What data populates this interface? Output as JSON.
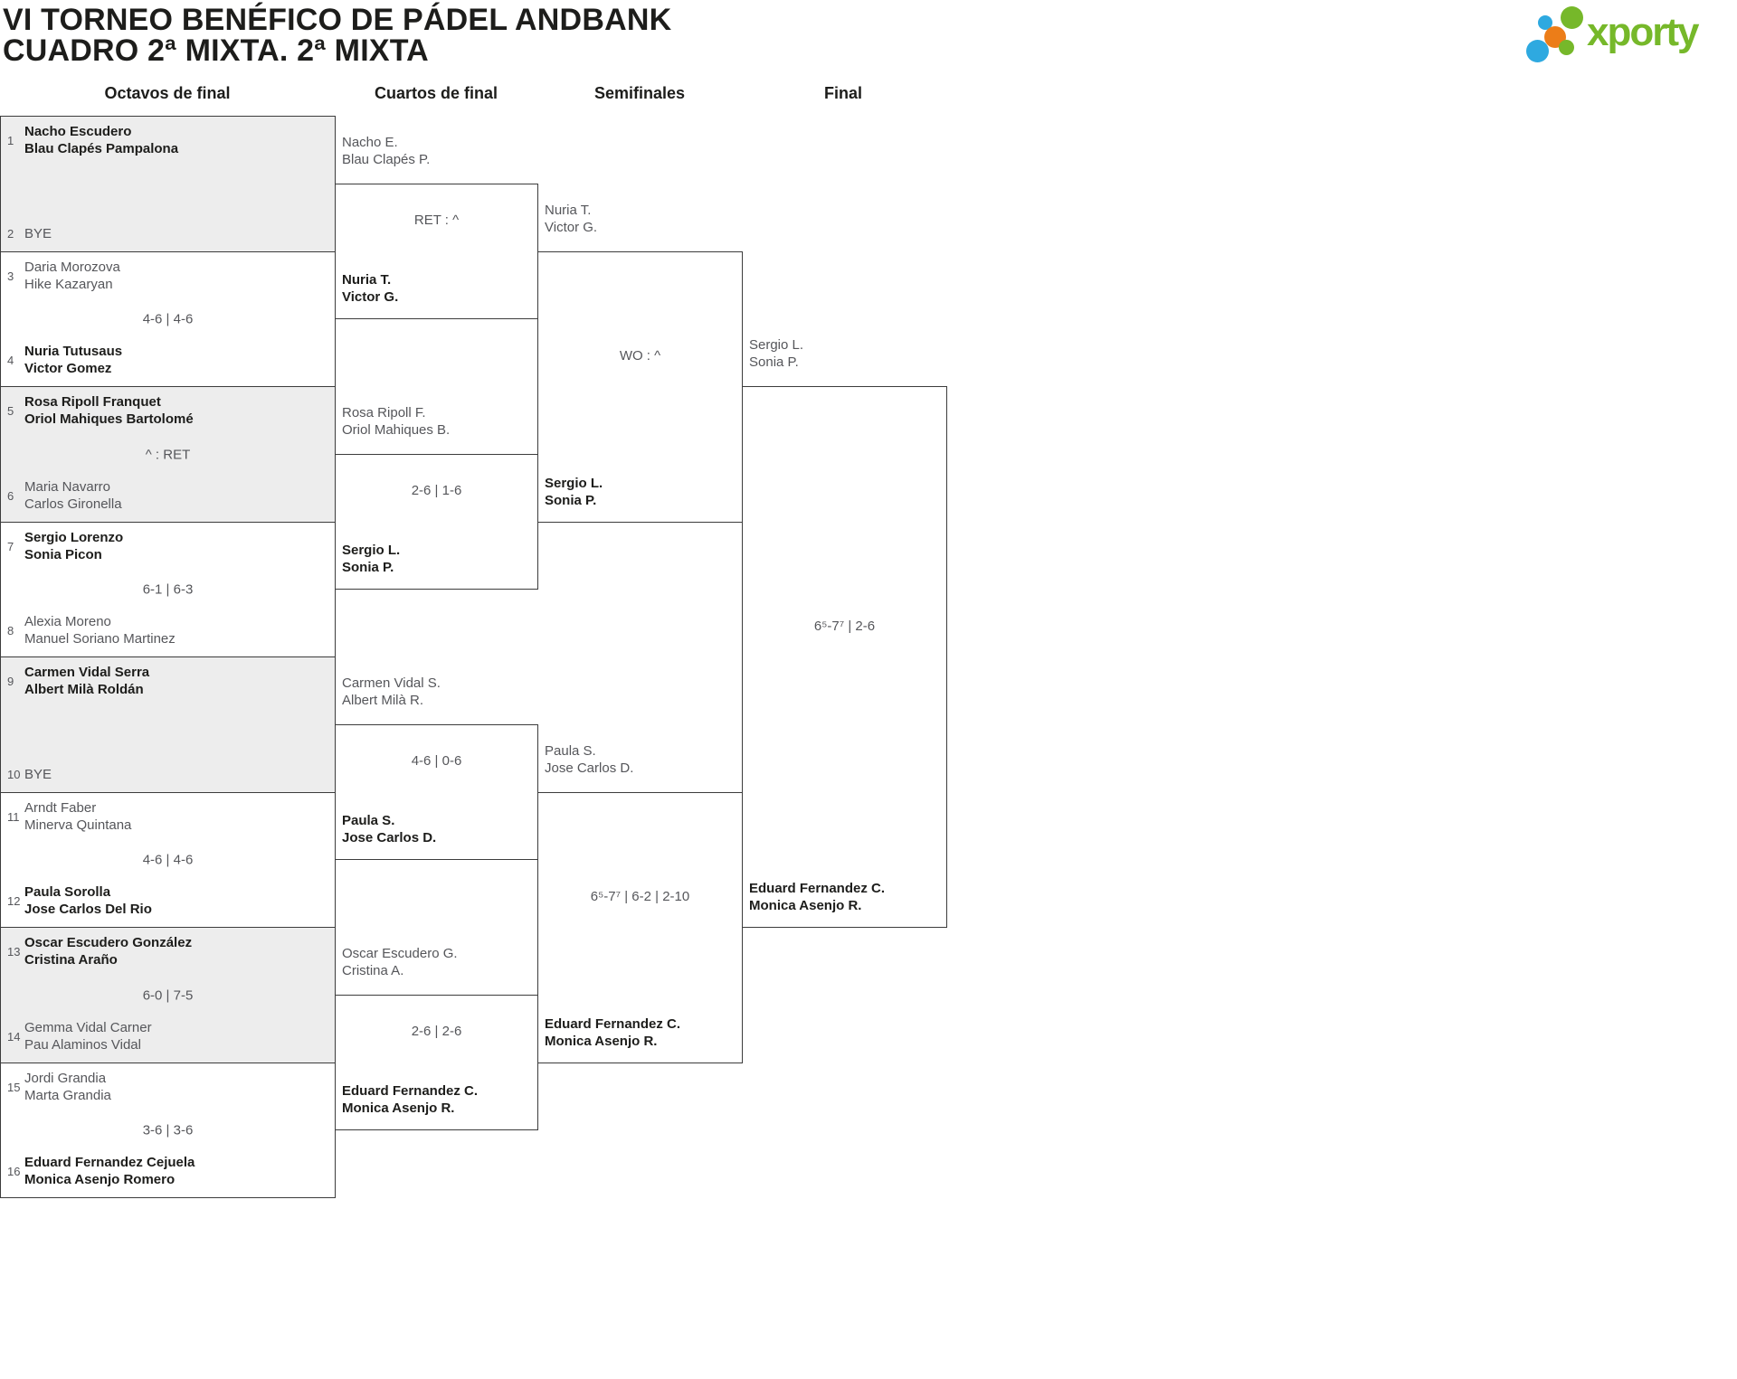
{
  "header": {
    "title_line1": "VI TORNEO BENÉFICO DE PÁDEL ANDBANK",
    "title_line2": "CUADRO 2ª MIXTA. 2ª MIXTA",
    "logo_text": "xporty"
  },
  "round_labels": [
    "Octavos de final",
    "Cuartos de final",
    "Semifinales",
    "Final"
  ],
  "colors": {
    "logo_green": "#76b82a",
    "logo_blue": "#2ea9e0",
    "logo_orange": "#ec7d18",
    "box_shade": "#ededed",
    "line": "#3c3c3c",
    "text_regular": "#55565a",
    "text_winner": "#1d1d1b"
  },
  "r16": [
    {
      "score": "",
      "top": {
        "seed": "1",
        "p1": "Nacho Escudero",
        "p2": "Blau Clapés Pampalona",
        "winner": true
      },
      "bottom": {
        "seed": "2",
        "p1": "BYE",
        "p2": "",
        "winner": false
      }
    },
    {
      "score": "4-6 | 4-6",
      "top": {
        "seed": "3",
        "p1": "Daria Morozova",
        "p2": "Hike Kazaryan",
        "winner": false
      },
      "bottom": {
        "seed": "4",
        "p1": "Nuria Tutusaus",
        "p2": "Victor Gomez",
        "winner": true
      }
    },
    {
      "score": "^ : RET",
      "top": {
        "seed": "5",
        "p1": "Rosa Ripoll Franquet",
        "p2": "Oriol Mahiques Bartolomé",
        "winner": true
      },
      "bottom": {
        "seed": "6",
        "p1": "Maria Navarro",
        "p2": "Carlos Gironella",
        "winner": false
      }
    },
    {
      "score": "6-1 | 6-3",
      "top": {
        "seed": "7",
        "p1": "Sergio Lorenzo",
        "p2": "Sonia Picon",
        "winner": true
      },
      "bottom": {
        "seed": "8",
        "p1": "Alexia Moreno",
        "p2": "Manuel Soriano Martinez",
        "winner": false
      }
    },
    {
      "score": "",
      "top": {
        "seed": "9",
        "p1": "Carmen Vidal Serra",
        "p2": "Albert Milà Roldán",
        "winner": true
      },
      "bottom": {
        "seed": "10",
        "p1": "BYE",
        "p2": "",
        "winner": false
      }
    },
    {
      "score": "4-6 | 4-6",
      "top": {
        "seed": "11",
        "p1": "Arndt Faber",
        "p2": "Minerva Quintana",
        "winner": false
      },
      "bottom": {
        "seed": "12",
        "p1": "Paula Sorolla",
        "p2": "Jose Carlos Del Rio",
        "winner": true
      }
    },
    {
      "score": "6-0 | 7-5",
      "top": {
        "seed": "13",
        "p1": "Oscar Escudero González",
        "p2": "Cristina Araño",
        "winner": true
      },
      "bottom": {
        "seed": "14",
        "p1": "Gemma Vidal Carner",
        "p2": "Pau Alaminos Vidal",
        "winner": false
      }
    },
    {
      "score": "3-6 | 3-6",
      "top": {
        "seed": "15",
        "p1": "Jordi Grandia",
        "p2": "Marta Grandia",
        "winner": false
      },
      "bottom": {
        "seed": "16",
        "p1": "Eduard Fernandez Cejuela",
        "p2": "Monica Asenjo Romero",
        "winner": true
      }
    }
  ],
  "qf": [
    {
      "score": "RET : ^",
      "top": {
        "p1": "Nacho E.",
        "p2": "Blau Clapés P.",
        "winner": false
      },
      "bottom": {
        "p1": "Nuria T.",
        "p2": "Victor G.",
        "winner": true
      }
    },
    {
      "score": "2-6 | 1-6",
      "top": {
        "p1": "Rosa Ripoll F.",
        "p2": "Oriol Mahiques B.",
        "winner": false
      },
      "bottom": {
        "p1": "Sergio L.",
        "p2": "Sonia P.",
        "winner": true
      }
    },
    {
      "score": "4-6 | 0-6",
      "top": {
        "p1": "Carmen Vidal S.",
        "p2": "Albert Milà R.",
        "winner": false
      },
      "bottom": {
        "p1": "Paula S.",
        "p2": "Jose Carlos D.",
        "winner": true
      }
    },
    {
      "score": "2-6 | 2-6",
      "top": {
        "p1": "Oscar Escudero G.",
        "p2": "Cristina A.",
        "winner": false
      },
      "bottom": {
        "p1": "Eduard Fernandez C.",
        "p2": "Monica Asenjo R.",
        "winner": true
      }
    }
  ],
  "sf": [
    {
      "score": "WO : ^",
      "top": {
        "p1": "Nuria T.",
        "p2": "Victor G.",
        "winner": false
      },
      "bottom": {
        "p1": "Sergio L.",
        "p2": "Sonia P.",
        "winner": true
      }
    },
    {
      "score": "6⁵-7⁷ | 6-2 | 2-10",
      "top": {
        "p1": "Paula S.",
        "p2": "Jose Carlos D.",
        "winner": false
      },
      "bottom": {
        "p1": "Eduard Fernandez C.",
        "p2": "Monica Asenjo R.",
        "winner": true
      }
    }
  ],
  "final": {
    "score": "6⁵-7⁷ | 2-6",
    "top": {
      "p1": "Sergio L.",
      "p2": "Sonia P.",
      "winner": false
    },
    "bottom": {
      "p1": "Eduard Fernandez C.",
      "p2": "Monica Asenjo R.",
      "winner": true
    }
  }
}
